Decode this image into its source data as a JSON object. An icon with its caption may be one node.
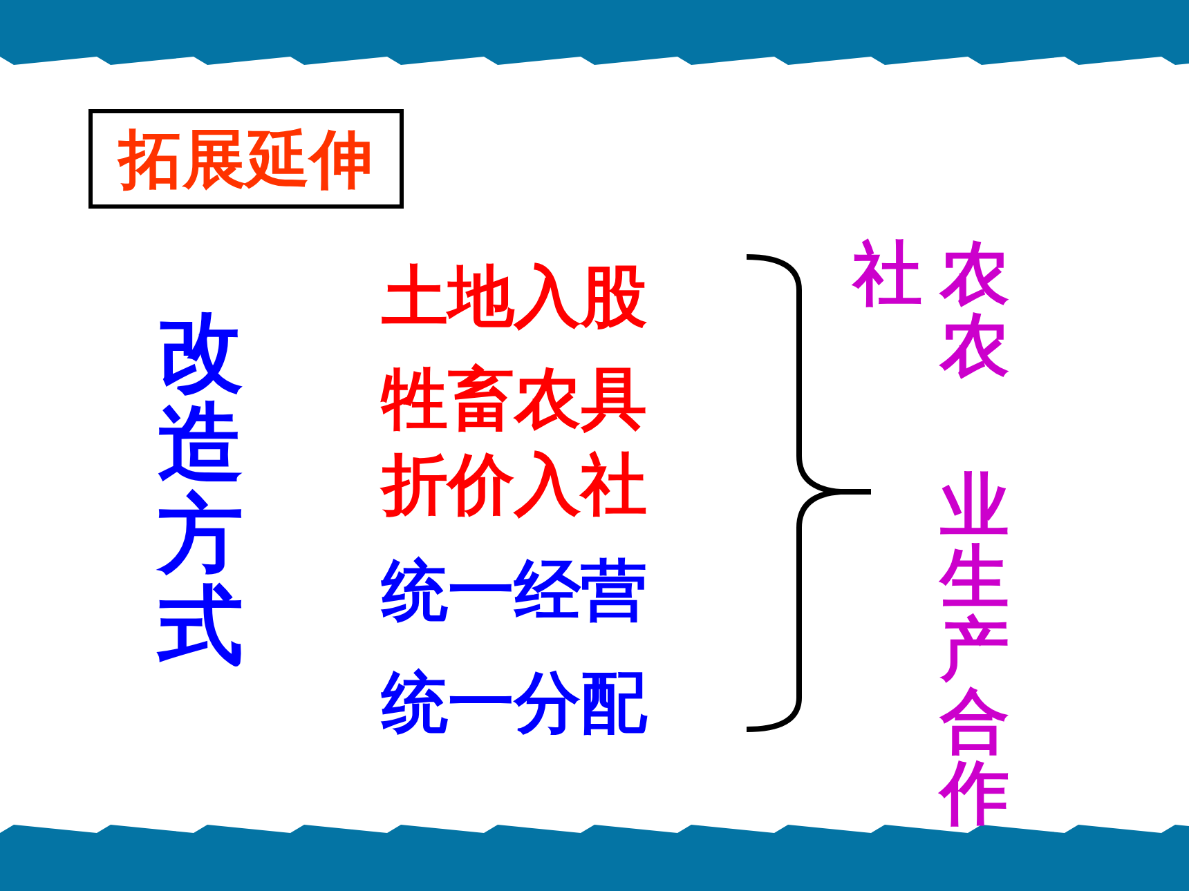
{
  "diagram": {
    "title": "拓展延伸",
    "labels": [
      "改造方式",
      "土地入股",
      "牲畜农具折价入社",
      "统一经营",
      "统一分配",
      "社",
      "农农",
      "业生产合作"
    ]
  }
}
